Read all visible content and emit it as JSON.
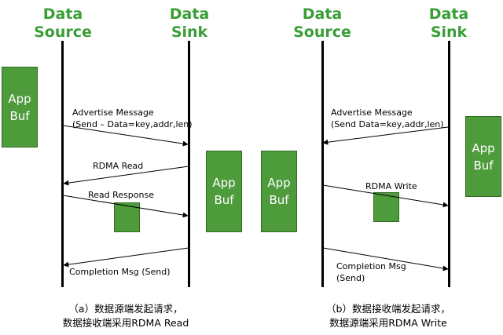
{
  "left": {
    "source_header": [
      "Data",
      "Source"
    ],
    "sink_header": [
      "Data",
      "Sink"
    ],
    "app_buf_source": [
      "App",
      "Buf"
    ],
    "app_buf_sink": [
      "App",
      "Buf"
    ],
    "msg_advertise": [
      "Advertise Message",
      "(Send – Data=key,addr,len)"
    ],
    "msg_rdma_read": "RDMA Read",
    "msg_read_response": "Read Response",
    "msg_completion": "Completion Msg (Send)",
    "caption": [
      "（a）数据源端发起请求，",
      "数据接收端采用RDMA Read"
    ]
  },
  "right": {
    "source_header": [
      "Data",
      "Source"
    ],
    "sink_header": [
      "Data",
      "Sink"
    ],
    "app_buf_source": [
      "App",
      "Buf"
    ],
    "app_buf_sink": [
      "App",
      "Buf"
    ],
    "msg_advertise": [
      "Advertise Message",
      "(Send Data=key,addr,len)"
    ],
    "msg_rdma_write": "RDMA Write",
    "msg_completion": [
      "Completion Msg",
      "(Send)"
    ],
    "caption": [
      "（b）数据接收端发起请求，",
      "数据源端采用RDMA Write"
    ]
  },
  "colors": {
    "header_green": "#3a9e37",
    "buffer_green": "#4e9b3c",
    "line_black": "#000000"
  }
}
